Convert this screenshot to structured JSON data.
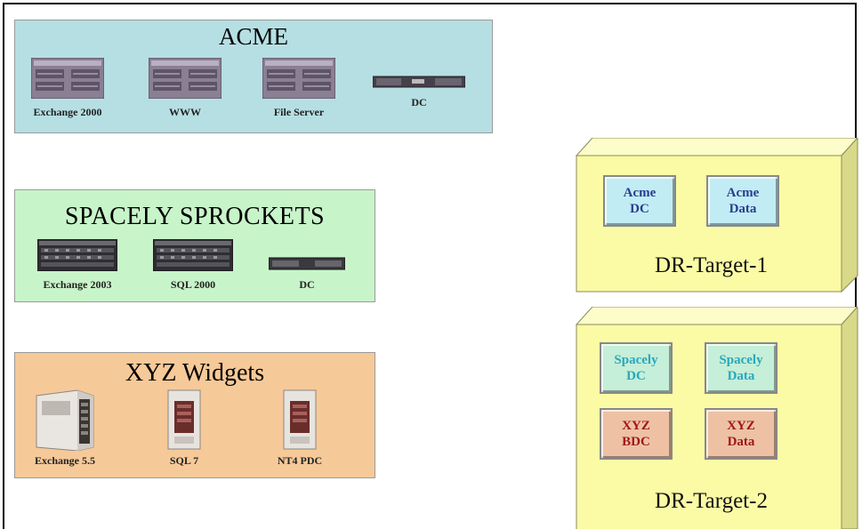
{
  "groups": {
    "acme": {
      "title": "ACME",
      "servers": [
        "Exchange 2000",
        "WWW",
        "File Server",
        "DC"
      ]
    },
    "spacely": {
      "title": "SPACELY SPROCKETS",
      "servers": [
        "Exchange 2003",
        "SQL 2000",
        "DC"
      ]
    },
    "xyz": {
      "title": "XYZ Widgets",
      "servers": [
        "Exchange 5.5",
        "SQL 7",
        "NT4 PDC"
      ]
    }
  },
  "targets": {
    "dr1": {
      "label": "DR-Target-1",
      "vms": [
        {
          "line1": "Acme",
          "line2": "DC"
        },
        {
          "line1": "Acme",
          "line2": "Data"
        }
      ]
    },
    "dr2": {
      "label": "DR-Target-2",
      "vms": [
        {
          "line1": "Spacely",
          "line2": "DC"
        },
        {
          "line1": "Spacely",
          "line2": "Data"
        },
        {
          "line1": "XYZ",
          "line2": "BDC"
        },
        {
          "line1": "XYZ",
          "line2": "Data"
        }
      ]
    }
  },
  "colors": {
    "acme_bg": "#b6dfe3",
    "spacely_bg": "#c8f4c9",
    "xyz_bg": "#f6c998",
    "dr_box": "#fbfba6"
  }
}
